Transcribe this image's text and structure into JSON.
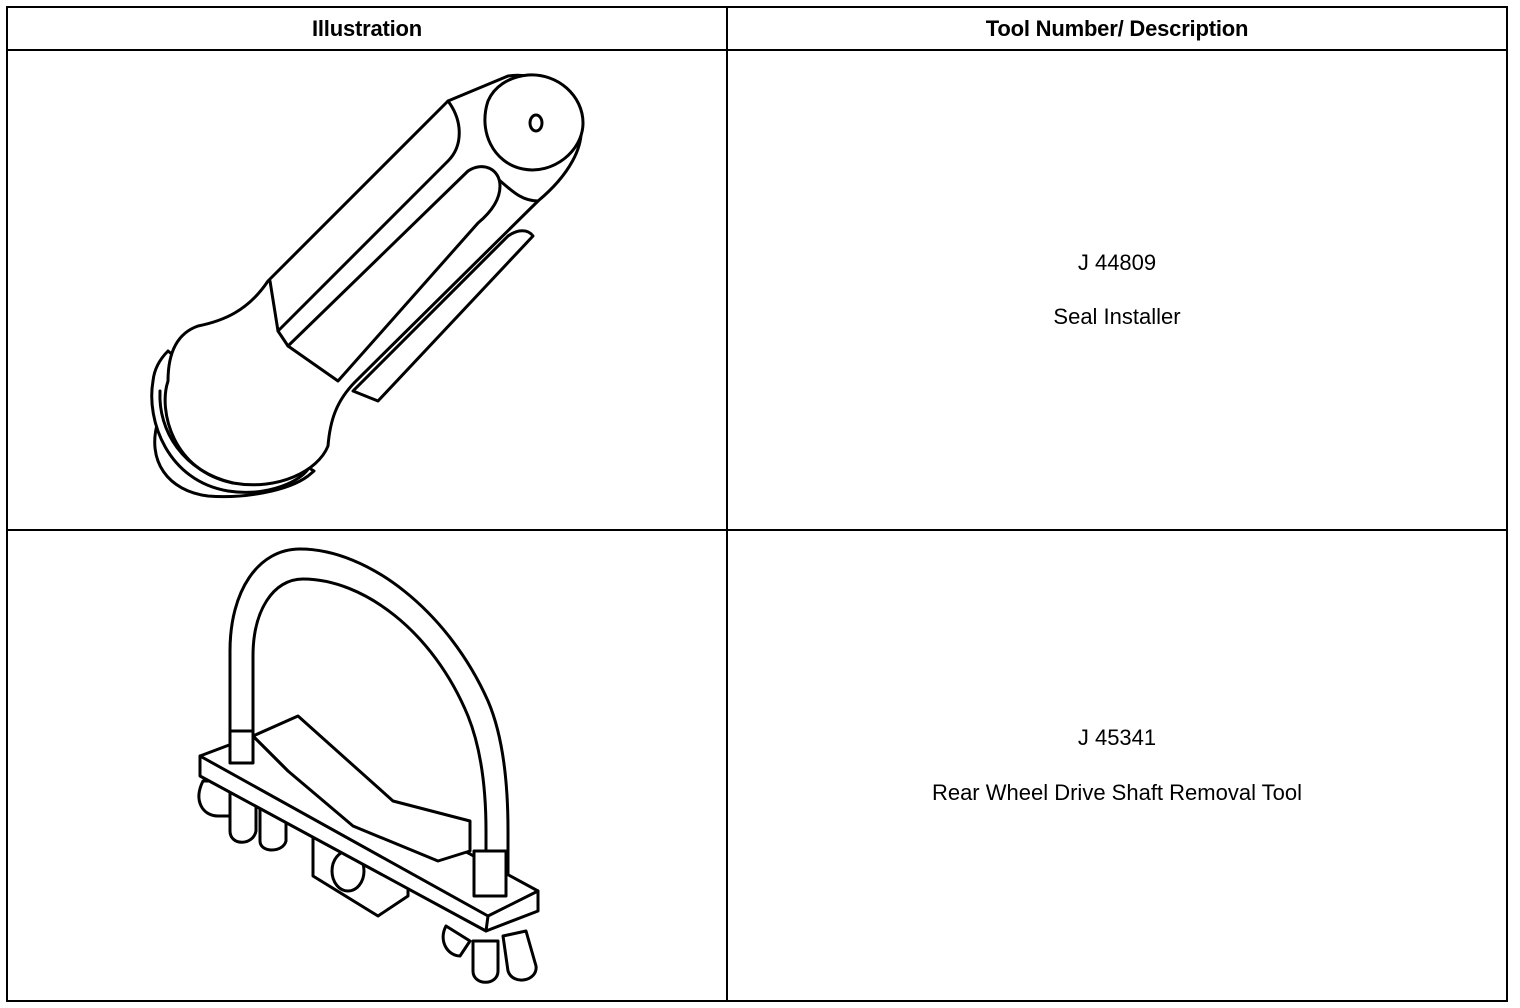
{
  "table": {
    "headers": {
      "illustration": "Illustration",
      "description": "Tool Number/ Description"
    },
    "rows": [
      {
        "tool_number": "J 44809",
        "description": "Seal Installer",
        "illustration_icon": "seal-installer-icon"
      },
      {
        "tool_number": "J 45341",
        "description": "Rear Wheel Drive Shaft Removal Tool",
        "illustration_icon": "drive-shaft-removal-tool-icon"
      }
    ]
  }
}
